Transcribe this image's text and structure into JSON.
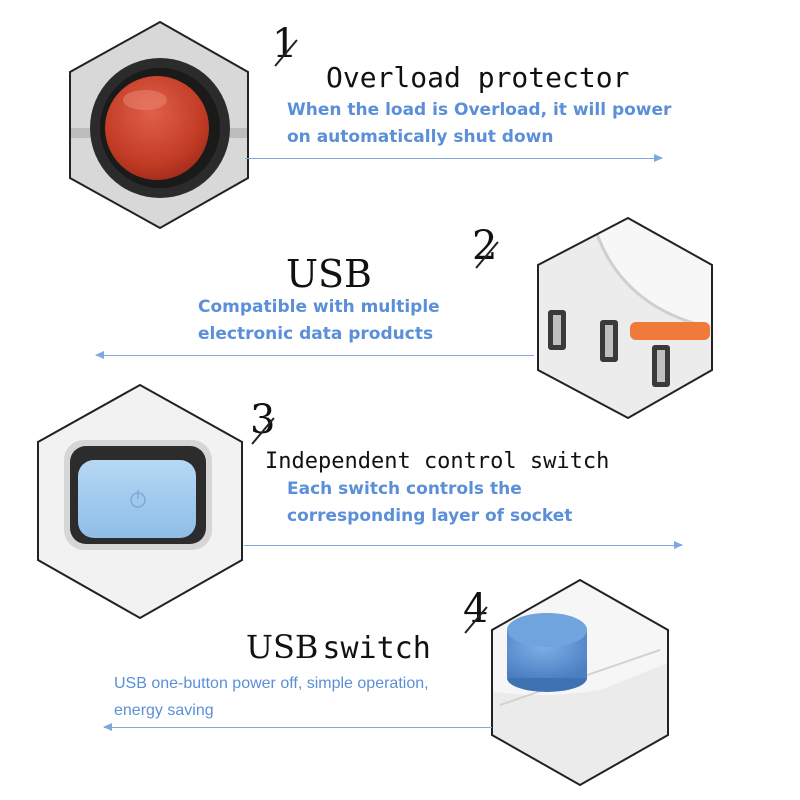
{
  "sections": [
    {
      "number": "1",
      "title": "Overload protector",
      "description": [
        "When the load is Overload, it will power",
        "on automatically shut down"
      ]
    },
    {
      "number": "2",
      "title": "USB",
      "description": [
        "Compatible with multiple",
        "electronic data products"
      ]
    },
    {
      "number": "3",
      "title": "Independent control switch",
      "description": [
        "Each switch controls the",
        "corresponding layer of socket"
      ]
    },
    {
      "number": "4",
      "title_part1": "USB",
      "title_part2": "switch",
      "description": [
        "USB one-button power off, simple operation,",
        "energy saving"
      ]
    }
  ],
  "icons": [
    "overload-button-icon",
    "usb-ports-icon",
    "rocker-switch-icon",
    "usb-push-button-icon"
  ],
  "colors": {
    "accent_text": "#5b8fd8",
    "arrow": "#7fa8e0",
    "overload_button": "#c9402a",
    "rocker_switch": "#9ec8ee",
    "usb_button": "#5a8fd0",
    "orange_indicator": "#f07a3c"
  }
}
